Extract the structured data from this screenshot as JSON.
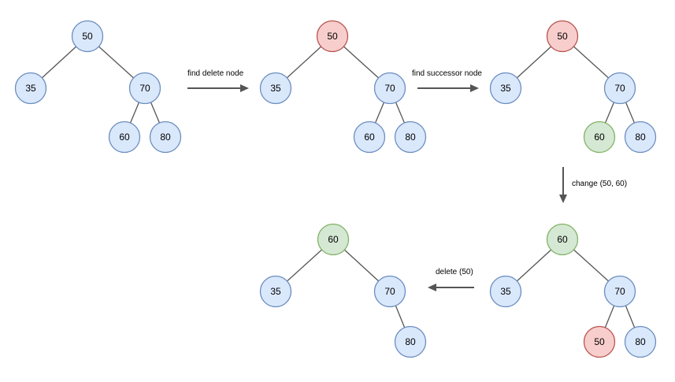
{
  "colors": {
    "default": {
      "fill": "#dae8fc",
      "stroke": "#6c8ebf"
    },
    "red": {
      "fill": "#f8cecc",
      "stroke": "#b85450"
    },
    "green": {
      "fill": "#d5e8d4",
      "stroke": "#82b366"
    }
  },
  "trees": [
    {
      "id": "tree-initial",
      "nodes": [
        {
          "label": "50",
          "color": "default"
        },
        {
          "label": "35",
          "color": "default"
        },
        {
          "label": "70",
          "color": "default"
        },
        {
          "label": "60",
          "color": "default"
        },
        {
          "label": "80",
          "color": "default"
        }
      ]
    },
    {
      "id": "tree-find-delete",
      "nodes": [
        {
          "label": "50",
          "color": "red"
        },
        {
          "label": "35",
          "color": "default"
        },
        {
          "label": "70",
          "color": "default"
        },
        {
          "label": "60",
          "color": "default"
        },
        {
          "label": "80",
          "color": "default"
        }
      ]
    },
    {
      "id": "tree-find-successor",
      "nodes": [
        {
          "label": "50",
          "color": "red"
        },
        {
          "label": "35",
          "color": "default"
        },
        {
          "label": "70",
          "color": "default"
        },
        {
          "label": "60",
          "color": "green"
        },
        {
          "label": "80",
          "color": "default"
        }
      ]
    },
    {
      "id": "tree-swapped",
      "nodes": [
        {
          "label": "60",
          "color": "green"
        },
        {
          "label": "35",
          "color": "default"
        },
        {
          "label": "70",
          "color": "default"
        },
        {
          "label": "50",
          "color": "red"
        },
        {
          "label": "80",
          "color": "default"
        }
      ]
    },
    {
      "id": "tree-final",
      "nodes": [
        {
          "label": "60",
          "color": "green"
        },
        {
          "label": "35",
          "color": "default"
        },
        {
          "label": "70",
          "color": "default"
        },
        {
          "label": "80",
          "color": "default"
        }
      ]
    }
  ],
  "arrows": [
    {
      "id": "find-delete",
      "label": "find delete node"
    },
    {
      "id": "find-successor",
      "label": "find successor node"
    },
    {
      "id": "change",
      "label": "change (50, 60)"
    },
    {
      "id": "delete",
      "label": "delete (50)"
    }
  ]
}
